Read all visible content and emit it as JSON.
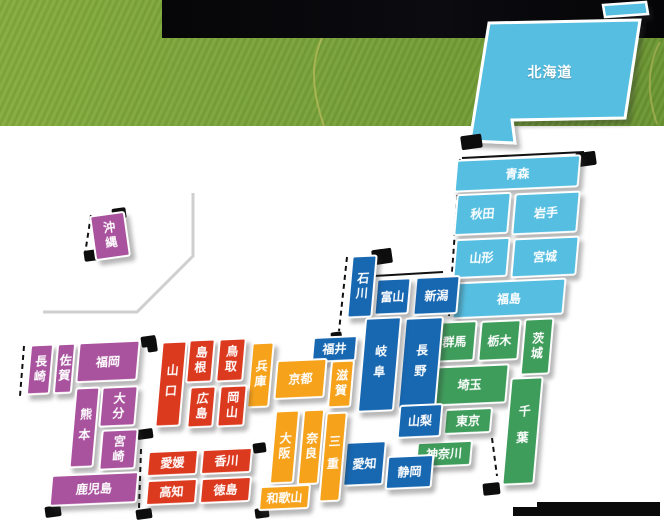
{
  "map": {
    "name": "japan-prefecture-selector-map",
    "region_colors": {
      "hokkaido_tohoku": "#55bee1",
      "kanto": "#3f9d5b",
      "chubu": "#1767b1",
      "kansai": "#f6a21b",
      "chugoku_shikoku": "#dc3a1f",
      "kyushu_okinawa": "#a9539e",
      "block_border": "#ffffff",
      "divider_line": "#cfcfcf",
      "banner": "#070709"
    }
  },
  "prefectures": {
    "hokkaido": "北海道",
    "aomori": "青森",
    "akita": "秋田",
    "iwate": "岩手",
    "yamagata": "山形",
    "miyagi": "宮城",
    "fukushima": "福島",
    "niigata": "新潟",
    "toyama": "富山",
    "ishikawa": "石川",
    "fukui": "福井",
    "nagano": "長野",
    "gifu": "岐阜",
    "yamanashi": "山梨",
    "aichi": "愛知",
    "shizuoka": "静岡",
    "gunma": "群馬",
    "tochigi": "栃木",
    "ibaraki": "茨城",
    "saitama": "埼玉",
    "chiba": "千葉",
    "tokyo": "東京",
    "kanagawa": "神奈川",
    "hyogo": "兵庫",
    "kyoto": "京都",
    "shiga": "滋賀",
    "osaka": "大阪",
    "nara": "奈良",
    "mie": "三重",
    "wakayama": "和歌山",
    "tottori": "鳥取",
    "shimane": "島根",
    "okayama": "岡山",
    "hiroshima": "広島",
    "yamaguchi": "山口",
    "ehime": "愛媛",
    "kagawa": "香川",
    "kochi": "高知",
    "tokushima": "徳島",
    "fukuoka": "福岡",
    "saga": "佐賀",
    "nagasaki": "長崎",
    "kumamoto": "熊本",
    "oita": "大分",
    "miyazaki": "宮崎",
    "kagoshima": "鹿児島",
    "okinawa": "沖縄"
  }
}
